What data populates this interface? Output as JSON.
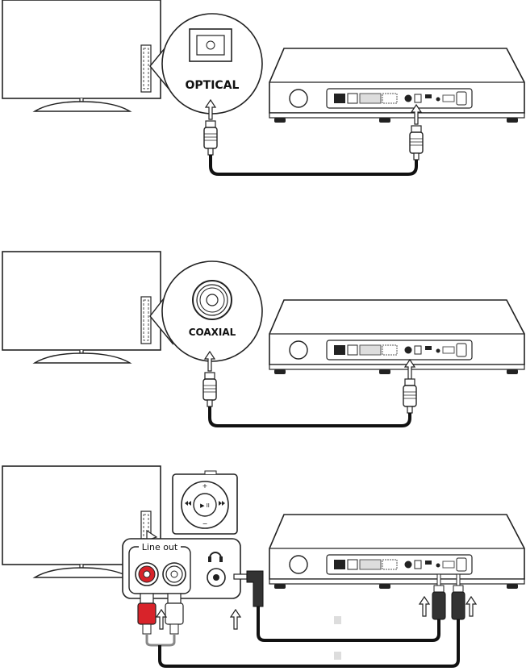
{
  "panels": [
    {
      "id": "optical",
      "port_label": "OPTICAL"
    },
    {
      "id": "coaxial",
      "port_label": "COAXIAL"
    },
    {
      "id": "lineout",
      "port_label": "Line out",
      "device": "music-player",
      "player_plus": "+",
      "player_minus": "−",
      "player_play": "▶ II"
    }
  ]
}
